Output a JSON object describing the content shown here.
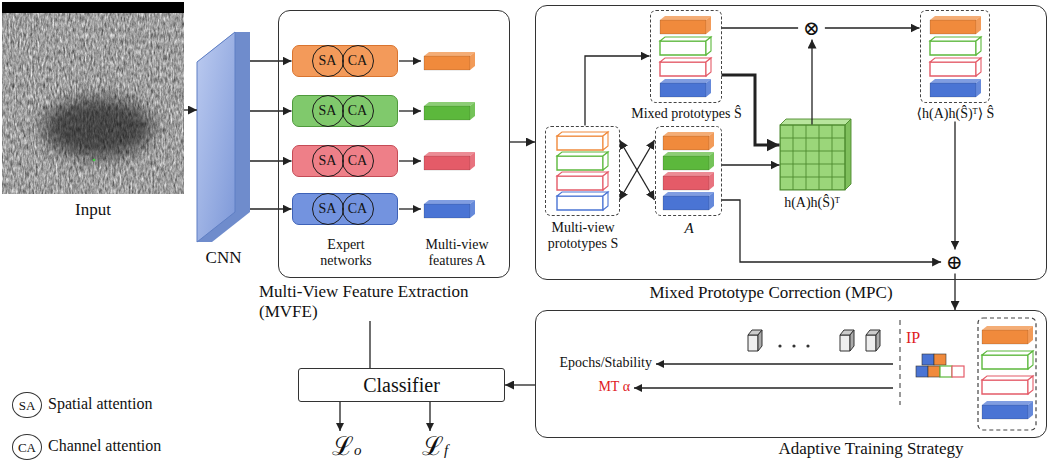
{
  "diagram": {
    "nodes": [
      {
        "text": [
          "Input"
        ]
      },
      {
        "text": [
          "CNN"
        ]
      },
      {
        "text": [
          "Expert networks",
          "Multi-view features A",
          "Multi-View Feature Extraction (MVFE)"
        ]
      },
      {
        "text": [
          "SA",
          "CA"
        ],
        "in": 2
      },
      {
        "text": [
          "SA",
          "CA"
        ],
        "in": 2
      },
      {
        "text": [
          "SA",
          "CA"
        ],
        "in": 2
      },
      {
        "text": [
          "SA",
          "CA"
        ],
        "in": 2
      },
      {
        "text": [
          "Mixed Prototype Correction (MPC)"
        ]
      },
      {
        "text": [
          "Mixed prototypes Ŝ"
        ],
        "in": 7
      },
      {
        "text": [
          "Multi-view prototypes S"
        ],
        "in": 7
      },
      {
        "text": [
          "A"
        ],
        "in": 7
      },
      {
        "text": [
          "h(A)h(Ŝ)ᵀ"
        ],
        "in": 7
      },
      {
        "text": [
          "⊗"
        ],
        "in": 7
      },
      {
        "text": [
          "⟨h(A)h(Ŝ)ᵀ⟩ Ŝ"
        ],
        "in": 7
      },
      {
        "text": [
          "⊕"
        ],
        "in": 7
      },
      {
        "text": [
          "Adaptive Training Strategy"
        ]
      },
      {
        "text": [
          "Classifier"
        ]
      },
      {
        "text": [
          "SA"
        ]
      },
      {
        "text": [
          "CA"
        ]
      }
    ],
    "edges": [
      {
        "from": 0,
        "to": 1,
        "arrow": "to"
      },
      {
        "from": 1,
        "to": 3,
        "arrow": "to"
      },
      {
        "from": 1,
        "to": 4,
        "arrow": "to"
      },
      {
        "from": 1,
        "to": 5,
        "arrow": "to"
      },
      {
        "from": 1,
        "to": 6,
        "arrow": "to"
      },
      {
        "from": 2,
        "to": 7,
        "arrow": "to"
      },
      {
        "from": 9,
        "to": 8,
        "arrow": "to"
      },
      {
        "from": 9,
        "to": 10,
        "arrow": "both"
      },
      {
        "from": 10,
        "to": 9,
        "arrow": "both"
      },
      {
        "from": 8,
        "to": 11,
        "arrow": "to"
      },
      {
        "from": 10,
        "to": 11,
        "arrow": "to"
      },
      {
        "from": 8,
        "to": 12,
        "arrow": "none"
      },
      {
        "from": 11,
        "to": 12,
        "arrow": "to"
      },
      {
        "from": 12,
        "to": 13,
        "arrow": "to"
      },
      {
        "from": 13,
        "to": 14,
        "arrow": "to"
      },
      {
        "from": 10,
        "to": 14,
        "arrow": "to"
      },
      {
        "from": 14,
        "to": 15,
        "arrow": "to"
      },
      {
        "from": 15,
        "to": 16,
        "arrow": "to"
      },
      {
        "from": 2,
        "to": 16,
        "arrow": "none"
      }
    ],
    "labels": [
      "IP",
      "Epochs/Stability",
      "MT α",
      "ℒo",
      "ℒf"
    ],
    "legend": [
      {
        "text": "Spatial attention"
      },
      {
        "text": "Channel attention"
      }
    ]
  }
}
